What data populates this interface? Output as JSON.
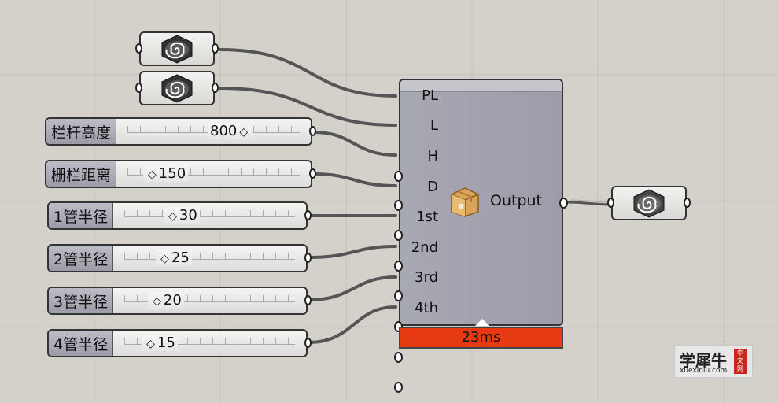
{
  "sliders": [
    {
      "label": "栏杆高度",
      "value": "800"
    },
    {
      "label": "栅栏距离",
      "value": "150"
    },
    {
      "label": "1管半径",
      "value": "30"
    },
    {
      "label": "2管半径",
      "value": "25"
    },
    {
      "label": "3管半径",
      "value": "20"
    },
    {
      "label": "4管半径",
      "value": "15"
    }
  ],
  "cluster": {
    "inputs": [
      "PL",
      "L",
      "H",
      "D",
      "1st",
      "2nd",
      "3rd",
      "4th"
    ],
    "output": "Output",
    "icon": "package-box-icon",
    "timing": "23ms"
  },
  "param_icon": "spiral-hexagon-icon",
  "watermark": {
    "title": "学犀牛",
    "url": "xuexiniu.com",
    "badge": "中文网"
  },
  "colors": {
    "canvas": "#d4d1ca",
    "cluster": "#a3a3ae",
    "timer": "#e63b12",
    "wire": "#555555"
  }
}
